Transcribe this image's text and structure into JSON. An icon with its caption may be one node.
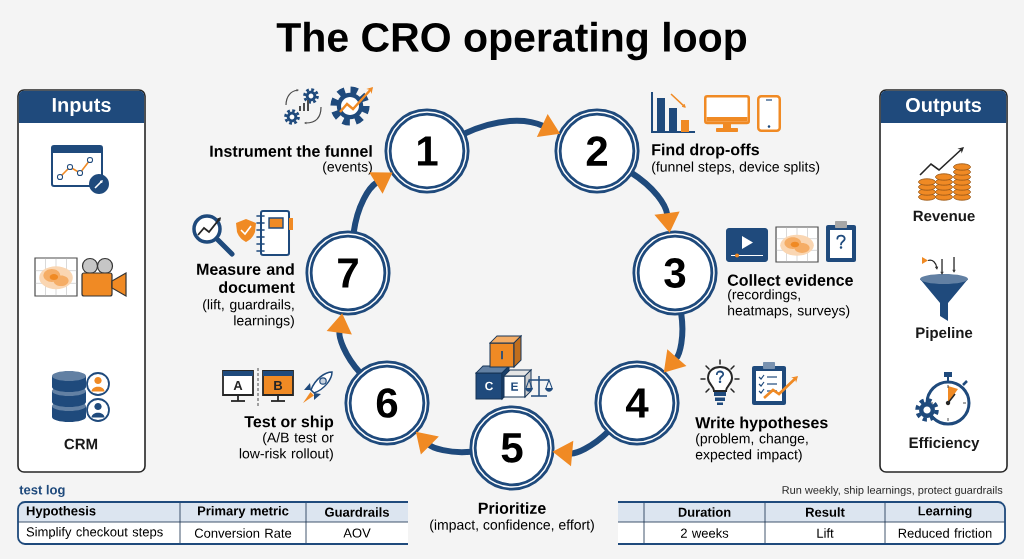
{
  "diagram": {
    "title": "The CRO operating loop",
    "nodes": [
      {
        "text": [
          "Inputs"
        ]
      },
      {
        "text": [],
        "shape": "picture",
        "in": 0
      },
      {
        "text": [],
        "shape": "picture",
        "in": 0
      },
      {
        "text": [
          "CRM"
        ],
        "in": 0
      },
      {
        "text": [
          "1"
        ],
        "beside": [
          "Instrument the funnel",
          "(events)"
        ]
      },
      {
        "text": [
          "2"
        ],
        "beside": [
          "Find drop-offs",
          "(funnel steps, device splits)"
        ]
      },
      {
        "text": [
          "3"
        ],
        "beside": [
          "Collect evidence",
          "(recordings, heatmaps, surveys)"
        ]
      },
      {
        "text": [
          "4"
        ],
        "beside": [
          "Write hypotheses",
          "(problem, change, expected impact)"
        ]
      },
      {
        "text": [
          "5"
        ],
        "beside": [
          "Prioritize",
          "(impact, confidence, effort)"
        ]
      },
      {
        "text": [
          "6"
        ],
        "beside": [
          "Test or ship",
          "(A/B test or low-risk rollout)"
        ]
      },
      {
        "text": [
          "7"
        ],
        "beside": [
          "Measure and document",
          "(lift, guardrails, learnings)"
        ]
      },
      {
        "text": [
          "Outputs"
        ]
      },
      {
        "text": [
          "Revenue"
        ],
        "in": 11
      },
      {
        "text": [
          "Pipeline"
        ],
        "in": 11
      },
      {
        "text": [
          "Efficiency"
        ],
        "in": 11
      }
    ],
    "edges": [
      {
        "from": 4,
        "to": 5,
        "arrow": "to"
      },
      {
        "from": 5,
        "to": 6,
        "arrow": "to"
      },
      {
        "from": 6,
        "to": 7,
        "arrow": "to"
      },
      {
        "from": 7,
        "to": 8,
        "arrow": "to"
      },
      {
        "from": 8,
        "to": 9,
        "arrow": "to"
      },
      {
        "from": 9,
        "to": 10,
        "arrow": "to"
      },
      {
        "from": 10,
        "to": 4,
        "arrow": "to"
      }
    ],
    "labels": [
      "I",
      "A",
      "B",
      "C",
      "E",
      "test log",
      "Run weekly, ship learnings, protect guardrails",
      "Hypothesis",
      "Primary metric",
      "Guardrails",
      "Duration",
      "Result",
      "Learning",
      "Simplify checkout steps",
      "Conversion Rate",
      "AOV",
      "2 weeks",
      "Lift",
      "Reduced friction"
    ]
  }
}
